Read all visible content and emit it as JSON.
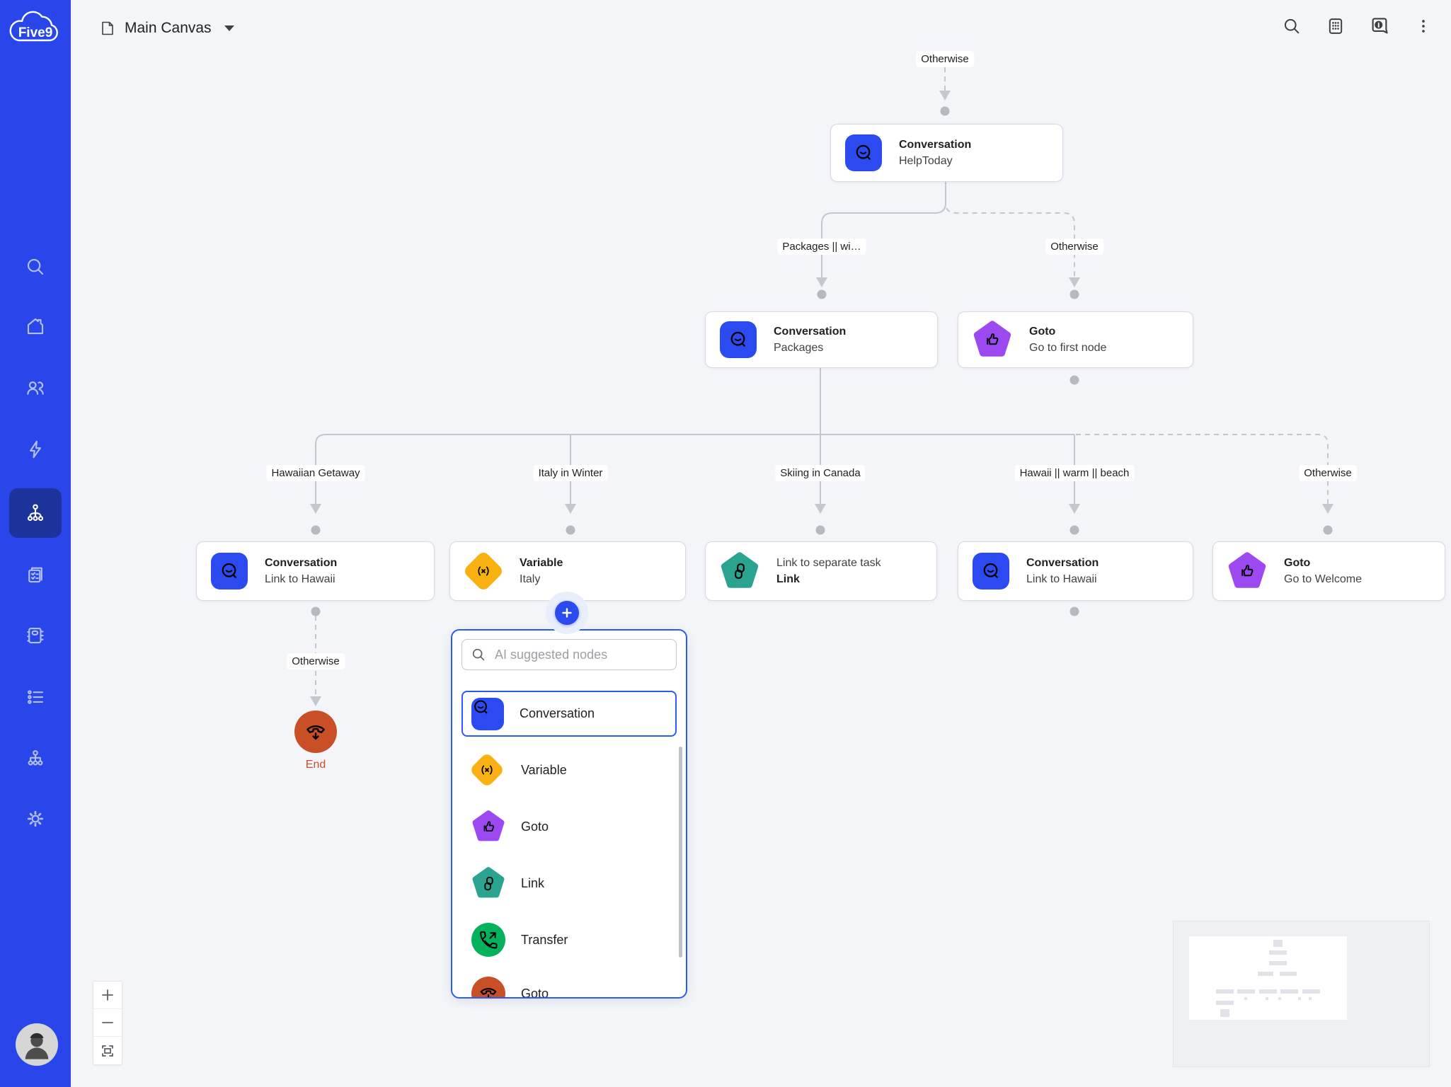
{
  "app": {
    "brand": "Five9"
  },
  "topbar": {
    "title": "Main Canvas",
    "icons": [
      "search",
      "dialpad",
      "chat-info",
      "more-menu"
    ]
  },
  "sidebar": {
    "icons": [
      "search",
      "home",
      "users",
      "lightning",
      "flow-builder",
      "copy-tasks",
      "notebook",
      "list",
      "org-chart",
      "settings"
    ]
  },
  "canvas": {
    "labels": {
      "top_otherwise": "Otherwise",
      "packages_cond": "Packages || wi…",
      "otherwise2": "Otherwise",
      "b1": "Hawaiian Getaway",
      "b2": "Italy in Winter",
      "b3": "Skiing in Canada",
      "b4": "Hawaii || warm || beach",
      "b5": "Otherwise",
      "end_otherwise": "Otherwise"
    },
    "nodes": {
      "helptoday": {
        "type": "Conversation",
        "name": "HelpToday"
      },
      "packages": {
        "type": "Conversation",
        "name": "Packages"
      },
      "goto_first": {
        "type": "Goto",
        "name": "Go to first node"
      },
      "conv_hawaii1": {
        "type": "Conversation",
        "name": "Link to Hawaii"
      },
      "variable_italy": {
        "type": "Variable",
        "name": "Italy"
      },
      "link_task": {
        "type": "Link to separate task",
        "name": "Link"
      },
      "conv_hawaii2": {
        "type": "Conversation",
        "name": "Link to Hawaii"
      },
      "goto_welcome": {
        "type": "Goto",
        "name": "Go to Welcome"
      },
      "end": {
        "label": "End"
      }
    }
  },
  "panel": {
    "search_placeholder": "AI suggested nodes",
    "items": [
      {
        "label": "Conversation",
        "icon": "conversation",
        "selected": true
      },
      {
        "label": "Variable",
        "icon": "variable",
        "selected": false
      },
      {
        "label": "Goto",
        "icon": "goto",
        "selected": false
      },
      {
        "label": "Link",
        "icon": "link",
        "selected": false
      },
      {
        "label": "Transfer",
        "icon": "transfer",
        "selected": false
      },
      {
        "label": "Goto",
        "icon": "end-call",
        "selected": false
      }
    ]
  },
  "colors": {
    "sidebar": "#2846e9",
    "accent_blue": "#2b4af0",
    "variable_yellow": "#f9b112",
    "link_teal": "#2aa390",
    "goto_purple": "#9c49f2",
    "transfer_green": "#04b15c",
    "end_red": "#c94f26",
    "connector_gray": "#c4c7cd"
  }
}
